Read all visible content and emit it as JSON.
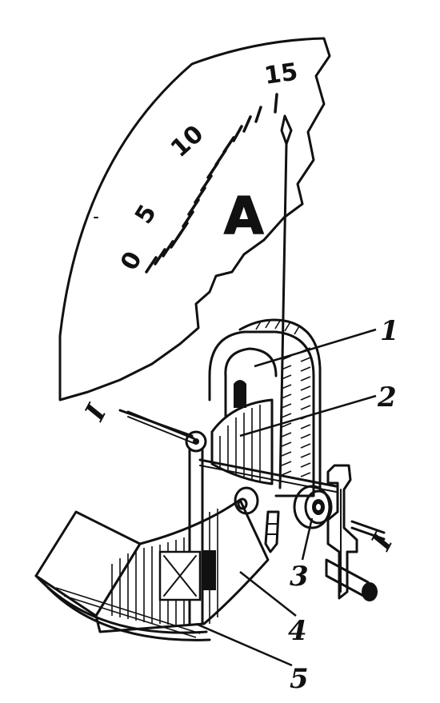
{
  "dial": {
    "scale_labels": [
      "0",
      "5",
      "10",
      "15"
    ],
    "unit_symbol": "A"
  },
  "callouts": [
    "1",
    "2",
    "3",
    "4",
    "5"
  ],
  "terminal_labels": [
    "I",
    "I"
  ]
}
